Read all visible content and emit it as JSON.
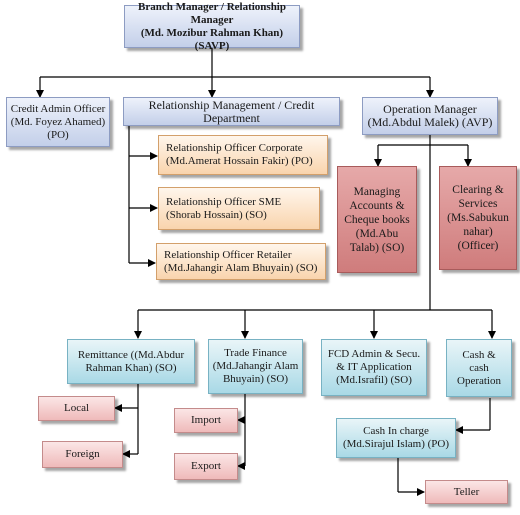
{
  "nodes": {
    "branch_manager": {
      "lines": [
        "Branch Manager / Relationship Manager",
        "(Md. Mozibur Rahman Khan) (SAVP)"
      ]
    },
    "credit_admin": {
      "lines": [
        "Credit Admin Officer",
        "(Md. Foyez Ahamed)",
        "(PO)"
      ]
    },
    "relationship_mgmt": {
      "lines": [
        "Relationship Management / Credit Department"
      ]
    },
    "operation_manager": {
      "lines": [
        "Operation Manager",
        "(Md.Abdul Malek) (AVP)"
      ]
    },
    "ro_corporate": {
      "lines": [
        "Relationship Officer Corporate",
        "(Md.Amerat Hossain Fakir) (PO)"
      ]
    },
    "ro_sme": {
      "lines": [
        "Relationship Officer SME",
        "(Shorab Hossain) (SO)"
      ]
    },
    "ro_retailer": {
      "lines": [
        "Relationship Officer Retailer",
        "(Md.Jahangir Alam Bhuyain) (SO)"
      ]
    },
    "managing_accounts": {
      "lines": [
        "Managing",
        "Accounts &",
        "Cheque books",
        "(Md.Abu",
        "Talab) (SO)"
      ]
    },
    "clearing_services": {
      "lines": [
        "Clearing &",
        "Services",
        "(Ms.Sabukun",
        "nahar)",
        "(Officer)"
      ]
    },
    "remittance": {
      "lines": [
        "Remittance ((Md.Abdur",
        "Rahman Khan) (SO)"
      ]
    },
    "trade_finance": {
      "lines": [
        "Trade Finance",
        "(Md.Jahangir Alam",
        "Bhuyain) (SO)"
      ]
    },
    "fcd_admin": {
      "lines": [
        "FCD Admin & Secu.",
        "& IT Application",
        "(Md.Israfil) (SO)"
      ]
    },
    "cash_operation": {
      "lines": [
        "Cash &",
        "cash",
        "Operation"
      ]
    },
    "local": {
      "lines": [
        "Local"
      ]
    },
    "foreign": {
      "lines": [
        "Foreign"
      ]
    },
    "import": {
      "lines": [
        "Import"
      ]
    },
    "export": {
      "lines": [
        "Export"
      ]
    },
    "cash_in_charge": {
      "lines": [
        "Cash In charge",
        "(Md.Sirajul Islam) (PO)"
      ]
    },
    "teller": {
      "lines": [
        "Teller"
      ]
    }
  }
}
